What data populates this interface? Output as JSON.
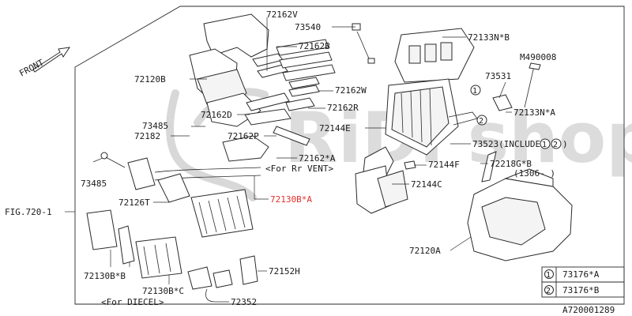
{
  "diagram": {
    "figure_ref": "FIG.720-1",
    "front_label": "FRONT",
    "drawing_number": "A720001289",
    "watermark": "RiDi shop",
    "parts": [
      {
        "id": "p72162V_top",
        "label": "72162V"
      },
      {
        "id": "p73540",
        "label": "73540"
      },
      {
        "id": "p72133NB",
        "label": "72133N*B"
      },
      {
        "id": "p72162B",
        "label": "72162B"
      },
      {
        "id": "pM490008",
        "label": "M490008"
      },
      {
        "id": "p72120B",
        "label": "72120B"
      },
      {
        "id": "p73531",
        "label": "73531"
      },
      {
        "id": "p72162W",
        "label": "72162W"
      },
      {
        "id": "p72162R",
        "label": "72162R"
      },
      {
        "id": "p72133NA",
        "label": "72133N*A"
      },
      {
        "id": "p72162D",
        "label": "72162D"
      },
      {
        "id": "p73485_top",
        "label": "73485"
      },
      {
        "id": "p72144E",
        "label": "72144E"
      },
      {
        "id": "p72182",
        "label": "72182"
      },
      {
        "id": "p72162P",
        "label": "72162P"
      },
      {
        "id": "p73523",
        "label": "73523(INCLUDE"
      },
      {
        "id": "p72162A",
        "label": "72162*A"
      },
      {
        "id": "p72144F",
        "label": "72144F"
      },
      {
        "id": "p72218GB",
        "label": "72218G*B"
      },
      {
        "id": "p73485_left",
        "label": "73485"
      },
      {
        "id": "p72144C",
        "label": "72144C"
      },
      {
        "id": "p72130BA",
        "label": "72130B*A"
      },
      {
        "id": "p72126T",
        "label": "72126T"
      },
      {
        "id": "p72120A",
        "label": "72120A"
      },
      {
        "id": "p72130BB",
        "label": "72130B*B"
      },
      {
        "id": "p72152H",
        "label": "72152H"
      },
      {
        "id": "p72130BC",
        "label": "72130B*C"
      },
      {
        "id": "p72352",
        "label": "72352"
      }
    ],
    "notes": {
      "for_rr_vent": "<For Rr VENT>",
      "for_diesel": "<For DIECEL>",
      "date_range": "(1306-  )",
      "include_close": ")"
    },
    "circle_markers": [
      "1",
      "2"
    ],
    "legend": [
      {
        "marker": "1",
        "part": "73176*A"
      },
      {
        "marker": "2",
        "part": "73176*B"
      }
    ]
  }
}
